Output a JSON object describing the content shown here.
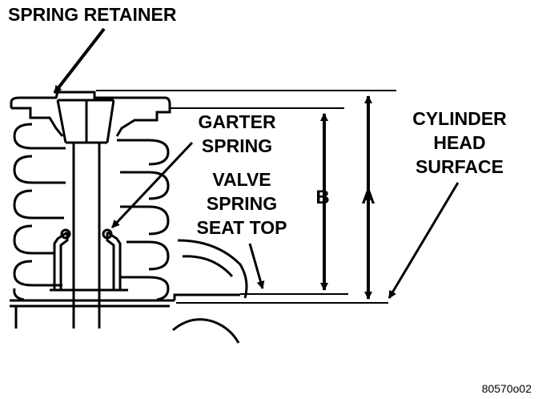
{
  "labels": {
    "spring_retainer": "SPRING RETAINER",
    "garter_line1": "GARTER",
    "garter_line2": "SPRING",
    "valve_line1": "VALVE",
    "valve_line2": "SPRING",
    "valve_line3": "SEAT TOP",
    "dim_b": "B",
    "dim_a": "A",
    "cyl_line1": "CYLINDER",
    "cyl_line2": "HEAD",
    "cyl_line3": "SURFACE"
  },
  "figure_code": "80570o02",
  "colors": {
    "ink": "#000000",
    "paper": "#ffffff"
  }
}
